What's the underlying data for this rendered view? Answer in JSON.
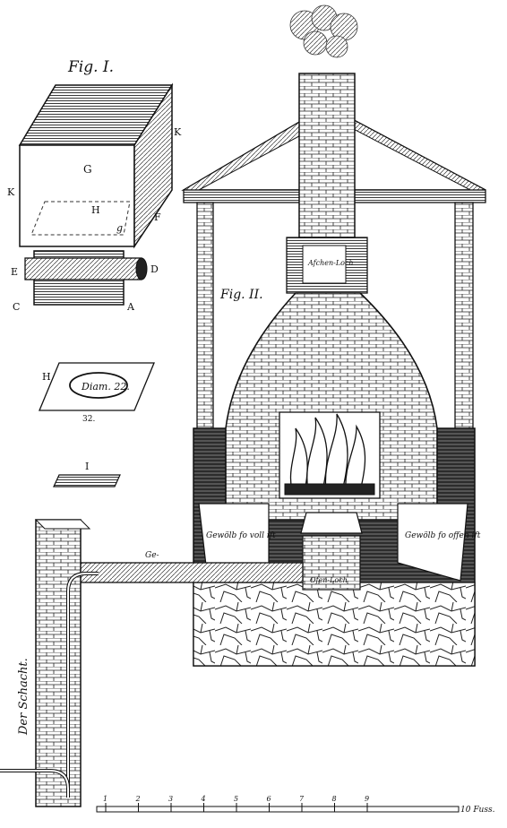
{
  "fig1": {
    "title": "Fig. I.",
    "letters": {
      "G": "G",
      "K_right": "K",
      "K_left": "K",
      "H_inner": "H",
      "g": "g",
      "F": "F",
      "E": "E",
      "D": "D",
      "C": "C",
      "A": "A"
    }
  },
  "plate_h": {
    "letter": "H",
    "text": "Diam. 22.",
    "dimension": "32."
  },
  "plate_i": {
    "letter": "I"
  },
  "fig2": {
    "title": "Fig. II.",
    "flue_label": "Ge-",
    "label_left": "Gewölb fo voll ift",
    "label_right": "Gewölb fo offen ift",
    "label_ash": "Afchen-Loch",
    "label_hearth": "Ofen-Loch"
  },
  "shaft": {
    "label": "Der Schacht."
  },
  "scale": {
    "ticks": [
      "1",
      "2",
      "3",
      "4",
      "5",
      "6",
      "7",
      "8",
      "9"
    ],
    "end": "10 Fuss."
  },
  "ink": "#1a1a1a"
}
